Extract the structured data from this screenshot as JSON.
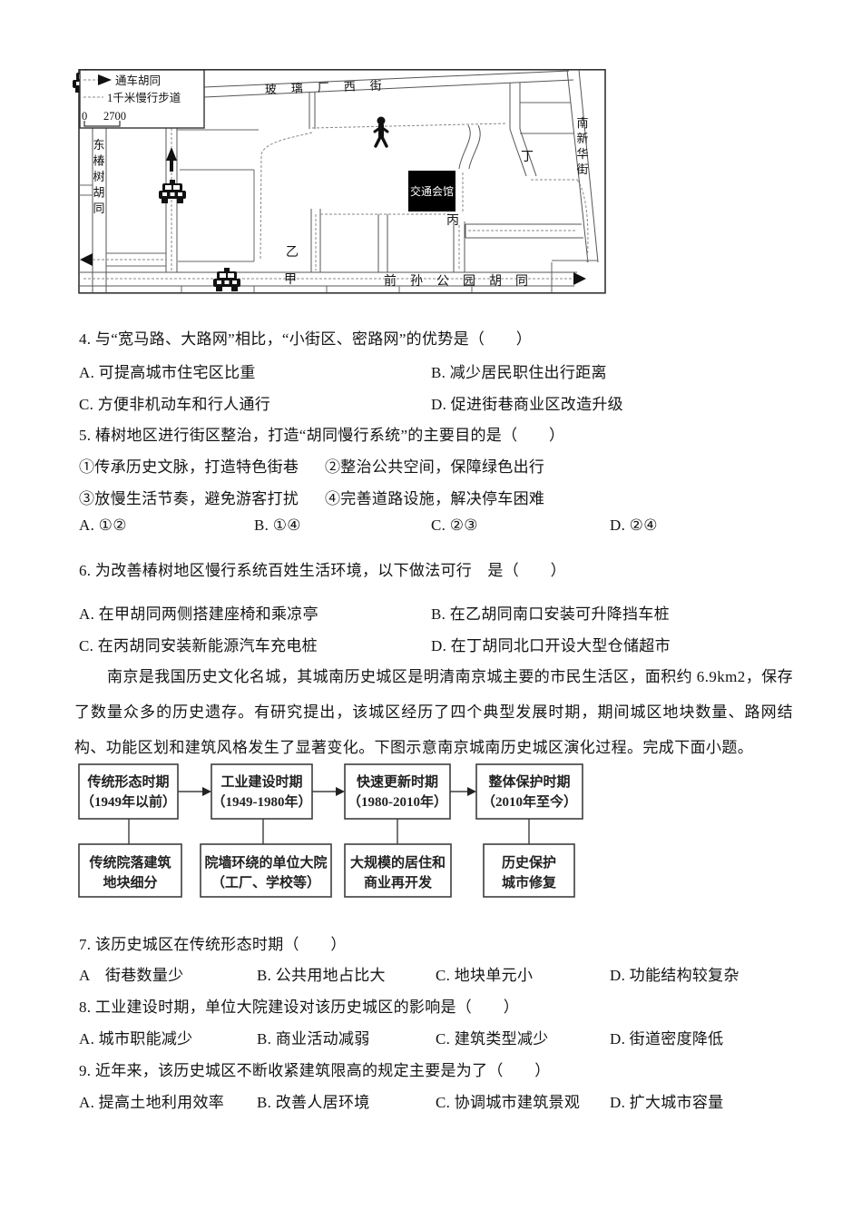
{
  "map": {
    "legend": {
      "car_hutong": "通车胡同",
      "walk_path": "1千米慢行步道",
      "scale_start": "0",
      "scale_end": "2700"
    },
    "streets": {
      "top": "玻璃厂西街",
      "left": "东椿树胡同",
      "right": "南新华街",
      "bottom": "前孙公园胡同"
    },
    "spots": {
      "jia": "甲",
      "yi": "乙",
      "bing": "丙",
      "ding": "丁"
    },
    "building": "交通会馆"
  },
  "q4": {
    "stem": "4. 与“宽马路、大路网”相比，“小街区、密路网”的优势是（　　）",
    "options": [
      "A. 可提高城市住宅区比重",
      "B. 减少居民职住出行距离",
      "C. 方便非机动车和行人通行",
      "D. 促进街巷商业区改造升级"
    ]
  },
  "q5": {
    "stem": "5. 椿树地区进行街区整治，打造“胡同慢行系统”的主要目的是（　　）",
    "items": [
      "①传承历史文脉，打造特色街巷",
      "②整治公共空间，保障绿色出行",
      "③放慢生活节奏，避免游客打扰",
      "④完善道路设施，解决停车困难"
    ],
    "options": [
      "A. ①②",
      "B. ①④",
      "C. ②③",
      "D. ②④"
    ]
  },
  "q6": {
    "stem": "6. 为改善椿树地区慢行系统百姓生活环境，以下做法可行　是（　　）",
    "options": [
      "A. 在甲胡同两侧搭建座椅和乘凉亭",
      "B. 在乙胡同南口安装可升降挡车桩",
      "C. 在丙胡同安装新能源汽车充电桩",
      "D. 在丁胡同北口开设大型仓储超市"
    ]
  },
  "passage": "南京是我国历史文化名城，其城南历史城区是明清南京城主要的市民生活区，面积约 6.9km2，保存了数量众多的历史遗存。有研究提出，该城区经历了四个典型发展时期，期间城区地块数量、路网结构、功能区划和建筑风格发生了显著变化。下图示意南京城南历史城区演化过程。完成下面小题。",
  "flowchart": {
    "periods": [
      {
        "name": "传统形态时期",
        "years": "（1949年以前）",
        "feat1": "传统院落建筑",
        "feat2": "地块细分"
      },
      {
        "name": "工业建设时期",
        "years": "（1949-1980年）",
        "feat1": "院墙环绕的单位大院",
        "feat2": "（工厂、学校等）"
      },
      {
        "name": "快速更新时期",
        "years": "（1980-2010年）",
        "feat1": "大规模的居住和",
        "feat2": "商业再开发"
      },
      {
        "name": "整体保护时期",
        "years": "（2010年至今）",
        "feat1": "历史保护",
        "feat2": "城市修复"
      }
    ]
  },
  "q7": {
    "stem": "7. 该历史城区在传统形态时期（　　）",
    "options": [
      "A　街巷数量少",
      "B. 公共用地占比大",
      "C. 地块单元小",
      "D. 功能结构较复杂"
    ]
  },
  "q8": {
    "stem": "8. 工业建设时期，单位大院建设对该历史城区的影响是（　　）",
    "options": [
      "A. 城市职能减少",
      "B. 商业活动减弱",
      "C. 建筑类型减少",
      "D. 街道密度降低"
    ]
  },
  "q9": {
    "stem": "9. 近年来，该历史城区不断收紧建筑限高的规定主要是为了（　　）",
    "options": [
      "A. 提高土地利用效率",
      "B. 改善人居环境",
      "C. 协调城市建筑景观",
      "D. 扩大城市容量"
    ]
  }
}
